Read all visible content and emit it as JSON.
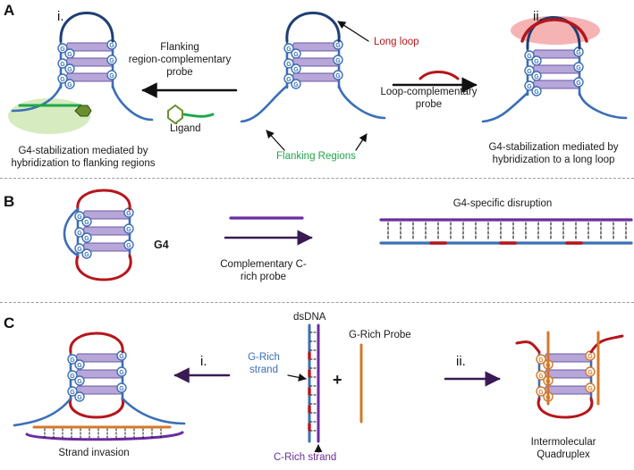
{
  "colors": {
    "backbone": "#3b6fb5",
    "dark_strand": "#1f3f73",
    "loop_red": "#b5161b",
    "tetrad": "#b7a6d8",
    "tetrad_edge": "#6a58a8",
    "g_fill": "#3b6fb5",
    "probe_green": "#1ea64a",
    "probe_purple": "#6b2ca0",
    "probe_orange": "#d4782a",
    "highlight_green": "#cfe8b4",
    "highlight_red": "#f08a8a",
    "ligand": "#6a8f2e",
    "arrow": "#111111",
    "arrow_purple": "#3a1a55"
  },
  "icons": {
    "g_base": "G",
    "ligand": "hexagon-icon",
    "arrow": "arrow-icon"
  },
  "panels": {
    "A": {
      "letter": "A",
      "i": "i.",
      "ii": "ii.",
      "long_loop": "Long loop",
      "flanking_probe": "Flanking\nregion-complementary\nprobe",
      "loop_probe": "Loop-complementary\nprobe",
      "ligand": "Ligand",
      "flanking_regions": "Flanking Regions",
      "caption_i": "G4-stabilization mediated by\nhybridization to flanking regions",
      "caption_ii": "G4-stabilization mediated by\nhybridization to a long loop"
    },
    "B": {
      "letter": "B",
      "g4": "G4",
      "probe": "Complementary C-\nrich probe",
      "disruption": "G4-specific disruption"
    },
    "C": {
      "letter": "C",
      "i": "i.",
      "ii": "ii.",
      "dsdna": "dsDNA",
      "g_rich_strand": "G-Rich\nstrand",
      "c_rich_strand": "C-Rich strand",
      "plus": "+",
      "g_rich_probe": "G-Rich Probe",
      "strand_invasion": "Strand invasion",
      "intermolecular": "Intermolecular\nQuadruplex"
    }
  }
}
